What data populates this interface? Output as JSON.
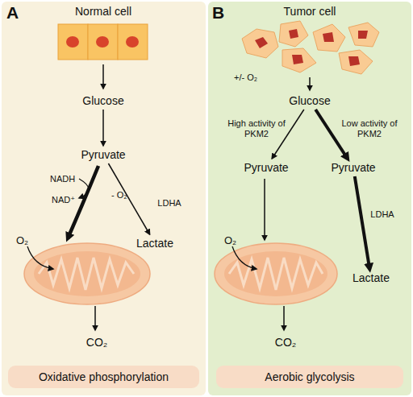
{
  "diagram": {
    "nodes": [
      {
        "text": [
          "A",
          "Normal cell"
        ]
      },
      {
        "text": [
          "Glucose"
        ],
        "in": 0
      },
      {
        "text": [
          "Pyruvate"
        ],
        "in": 0
      },
      {
        "text": [
          "Lactate"
        ],
        "in": 0
      },
      {
        "text": [
          "CO₂"
        ],
        "in": 0
      },
      {
        "text": [
          "Oxidative phosphorylation"
        ],
        "in": 0
      },
      {
        "text": [
          "B",
          "Tumor cell"
        ]
      },
      {
        "text": [
          "Glucose"
        ],
        "in": 6
      },
      {
        "text": [
          "Pyruvate"
        ],
        "in": 6
      },
      {
        "text": [
          "Pyruvate"
        ],
        "in": 6
      },
      {
        "text": [
          "Lactate"
        ],
        "in": 6
      },
      {
        "text": [
          "CO₂"
        ],
        "in": 6
      },
      {
        "text": [
          "Aerobic glycolysis"
        ],
        "in": 6
      }
    ],
    "edges": [
      {
        "from": 1,
        "to": 2,
        "arrow": "to"
      },
      {
        "from": 2,
        "to": 3,
        "label": "LDHA",
        "arrow": "to"
      },
      {
        "from": 7,
        "to": 8,
        "label": "High activity of PKM2",
        "arrow": "to"
      },
      {
        "from": 7,
        "to": 9,
        "label": "Low activity of PKM2",
        "arrow": "to"
      },
      {
        "from": 9,
        "to": 10,
        "label": "LDHA",
        "arrow": "to"
      }
    ],
    "labels": [
      "NADH",
      "NAD⁺",
      "- O₂",
      "O₂",
      "+/- O₂",
      "O₂"
    ]
  }
}
